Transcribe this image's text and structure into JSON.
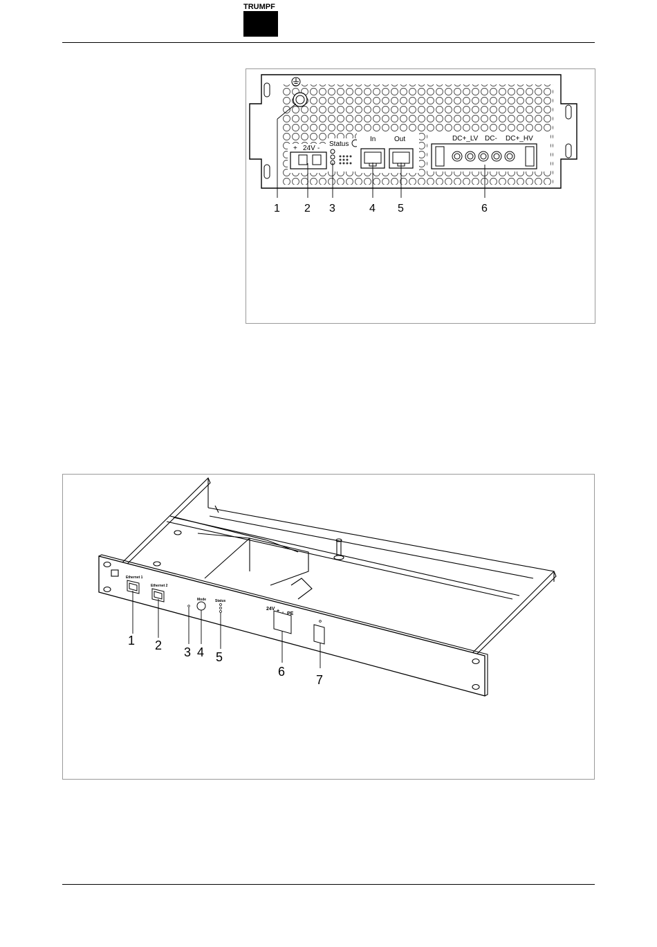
{
  "header": {
    "logo_text": "TRUMPF"
  },
  "figure1": {
    "labels": {
      "ground": "⏚",
      "v24": "24V",
      "plus": "+",
      "minus": "-",
      "status": "Status",
      "in": "In",
      "out": "Out",
      "dc_lv": "DC+_LV",
      "dc_minus": "DC-",
      "dc_hv": "DC+_HV"
    },
    "callouts": [
      "1",
      "2",
      "3",
      "4",
      "5",
      "6"
    ]
  },
  "figure2": {
    "labels": {
      "eth1": "Ethernet 1",
      "eth2": "Ethernet 2",
      "mode": "Mode",
      "status": "Status",
      "v24": "24V",
      "plus": "+",
      "minus": "-",
      "pe": "PE"
    },
    "callouts": [
      "1",
      "2",
      "3",
      "4",
      "5",
      "6",
      "7"
    ]
  }
}
